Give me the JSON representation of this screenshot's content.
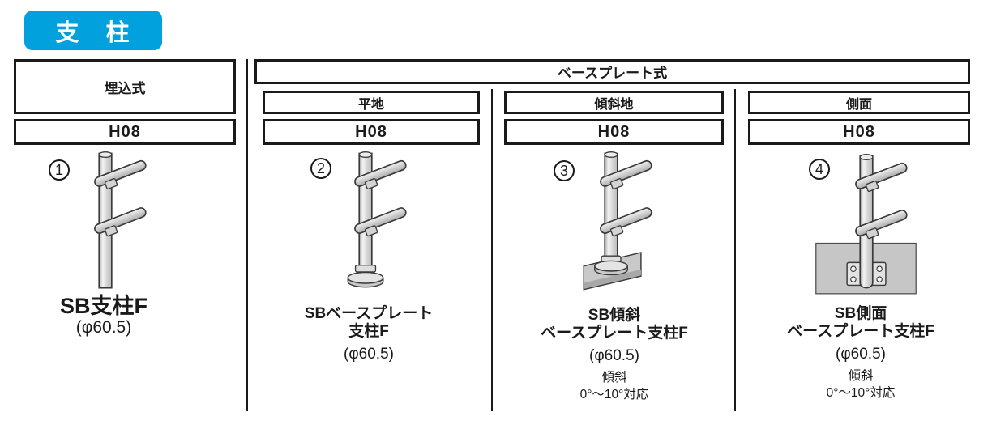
{
  "banner": {
    "title": "支　柱"
  },
  "colors": {
    "accent": "#00a1dc",
    "illustration_gray": "#c6c6c6",
    "border": "#1a1a1a"
  },
  "columns": {
    "embedded": {
      "header": "埋込式",
      "code": "H08"
    },
    "group_header": "ベースプレート式",
    "flat": {
      "header": "平地",
      "code": "H08"
    },
    "slope": {
      "header": "傾斜地",
      "code": "H08"
    },
    "side": {
      "header": "側面",
      "code": "H08"
    }
  },
  "products": [
    {
      "number": "1",
      "name_lines": [
        "SB支柱F"
      ],
      "diameter": "(φ60.5)"
    },
    {
      "number": "2",
      "name_lines": [
        "SBベースプレート",
        "支柱F"
      ],
      "diameter": "(φ60.5)"
    },
    {
      "number": "3",
      "name_lines": [
        "SB傾斜",
        "ベースプレート支柱F"
      ],
      "diameter": "(φ60.5)",
      "notes": [
        "傾斜",
        "0°～10°対応"
      ]
    },
    {
      "number": "4",
      "name_lines": [
        "SB側面",
        "ベースプレート支柱F"
      ],
      "diameter": "(φ60.5)",
      "notes": [
        "傾斜",
        "0°～10°対応"
      ]
    }
  ]
}
